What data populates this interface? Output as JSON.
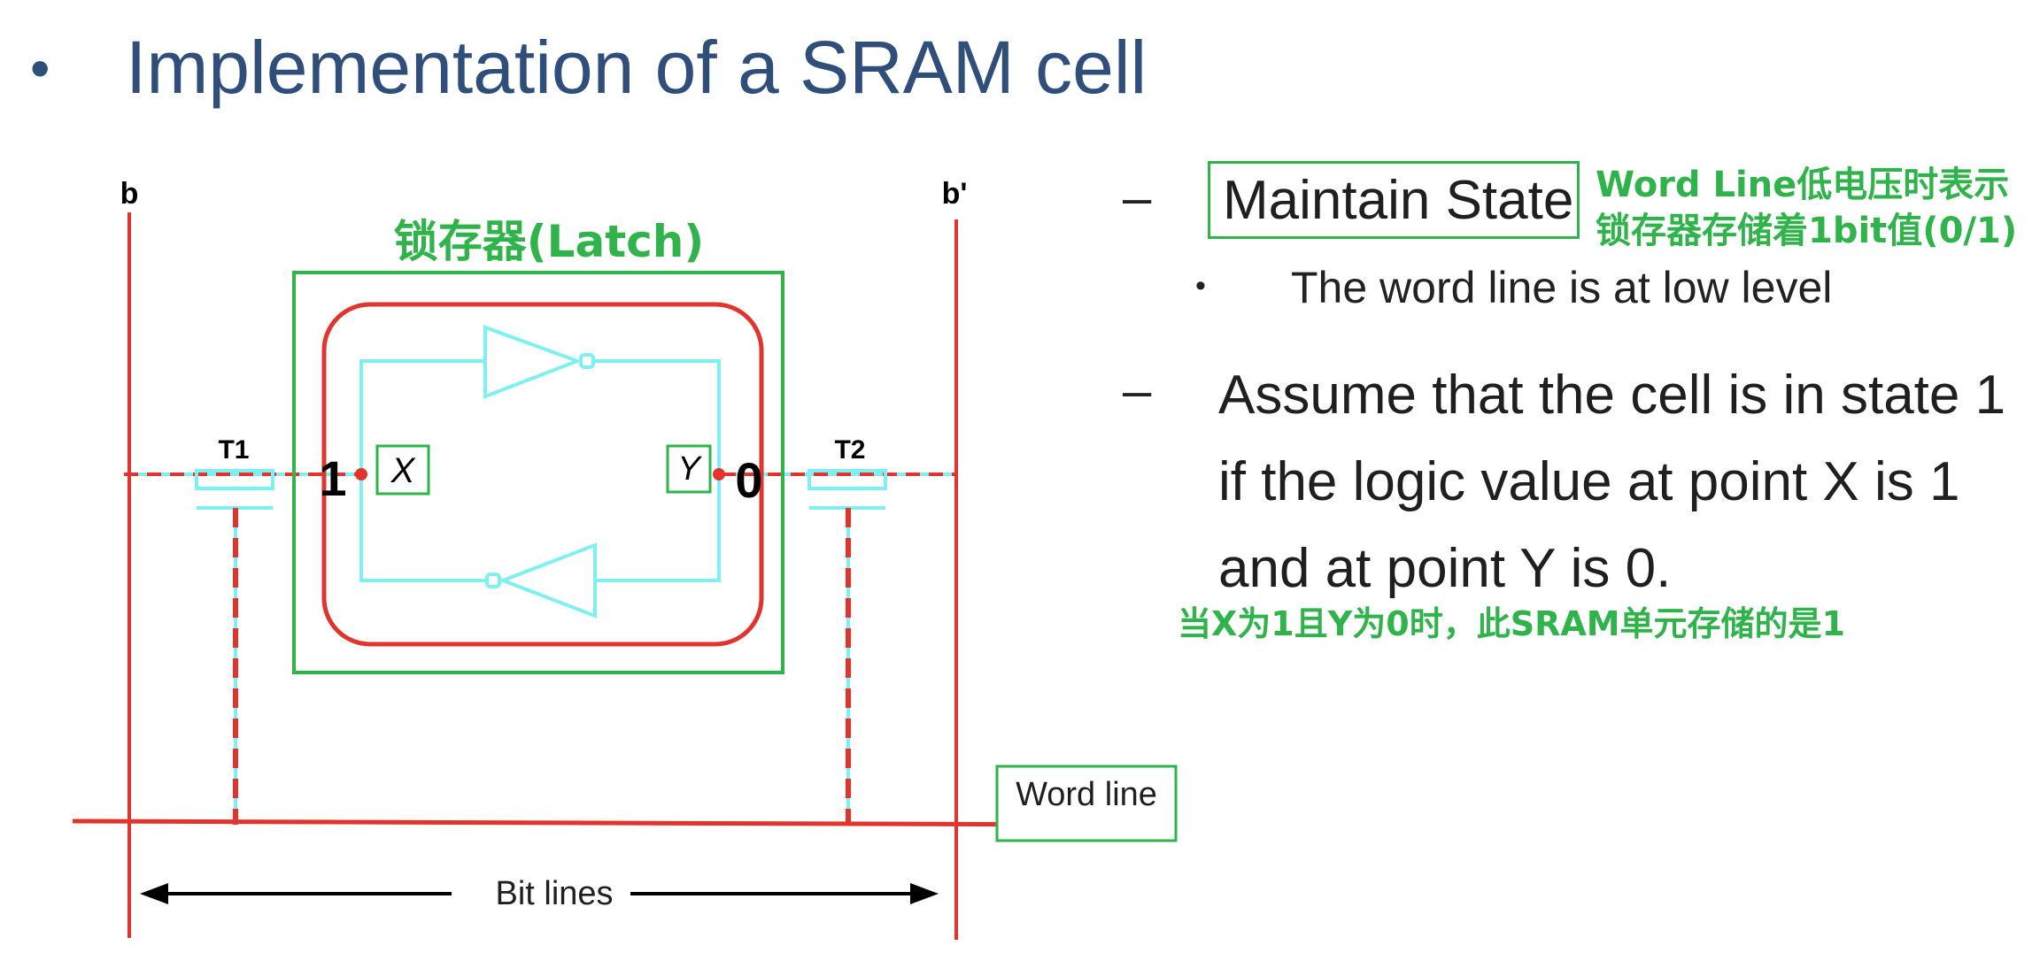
{
  "slide": {
    "bullet": "•",
    "title": "Implementation of a SRAM cell"
  },
  "diagram": {
    "label_b": "b",
    "label_b_prime": "b'",
    "latch_label": "锁存器(Latch)",
    "t1": "T1",
    "t2": "T2",
    "x": "X",
    "y": "Y",
    "value_x": "1",
    "value_y": "0",
    "word_line": "Word line",
    "bit_lines": "Bit lines",
    "colors": {
      "red": "#e0342c",
      "cyan": "#7ef0f2",
      "green": "#2fb34a",
      "black": "#000000"
    }
  },
  "right": {
    "dash": "–",
    "maintain_state": "Maintain State",
    "note_line1": "Word Line低电压时表示",
    "note_line2": "锁存器存储着1bit值(0/1)",
    "sub_bullet": "•",
    "sub_text": "The word line is at low level",
    "assume_lines": [
      "Assume that the cell is in state 1",
      "if the logic value at point X is 1",
      "and at point Y is 0."
    ],
    "note_bottom": "当X为1且Y为0时，此SRAM单元存储的是1"
  }
}
